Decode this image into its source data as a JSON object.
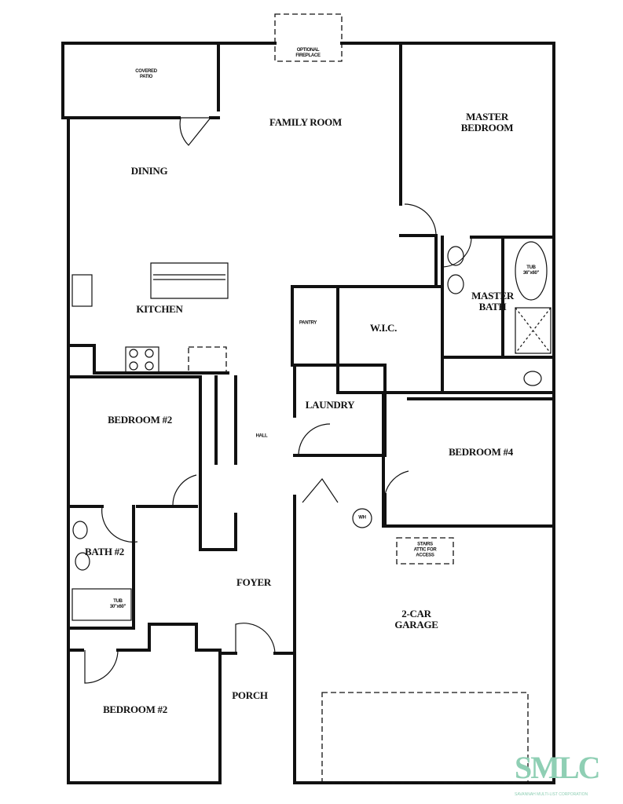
{
  "rooms": {
    "covered_patio": "COVERED\nPATIO",
    "family_room": "FAMILY ROOM",
    "master_bedroom": "MASTER\nBEDROOM",
    "dining": "DINING",
    "kitchen": "KITCHEN",
    "pantry": "PANTRY",
    "wic": "W.I.C.",
    "master_bath": "MASTER\nBATH",
    "laundry": "LAUNDRY",
    "bedroom_2_upper": "BEDROOM #2",
    "hall": "HALL",
    "bedroom_4": "BEDROOM #4",
    "bath_2": "BATH #2",
    "foyer": "FOYER",
    "garage": "2-CAR\nGARAGE",
    "porch": "PORCH",
    "bedroom_2_lower": "BEDROOM #2"
  },
  "fixtures": {
    "fireplace": "OPTIONAL\nFIREPLACE",
    "master_tub": "TUB\n36\"x60\"",
    "bath_tub": "TUB\n30\"x60\"",
    "water_heater": "WH",
    "attic": "STAIRS\nATTIC FOR\nACCESS"
  },
  "logo": {
    "text": "SMLC",
    "subtitle": "SAVANNAH MULTI-LIST CORPORATION"
  },
  "colors": {
    "wall": "#111111",
    "logo": "#8fcfb4"
  }
}
